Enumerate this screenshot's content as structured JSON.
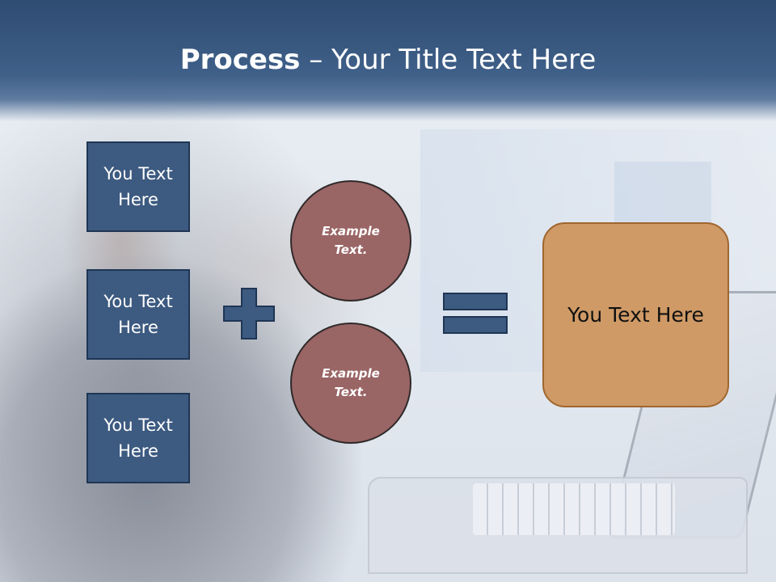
{
  "slide": {
    "title_bold": "Process",
    "title_rest": " – Your Title Text Here",
    "left_boxes": [
      {
        "label": "You Text Here"
      },
      {
        "label": "You Text Here"
      },
      {
        "label": "You Text Here"
      }
    ],
    "circles": [
      {
        "label": "Example Text."
      },
      {
        "label": "Example Text."
      }
    ],
    "result": {
      "label": "You Text Here"
    }
  },
  "colors": {
    "header": "#3f6089",
    "box_fill": "#3d5a80",
    "circle_fill": "#9a6565",
    "result_fill": "#cf9a66"
  },
  "icons": {
    "operator_1": "plus-icon",
    "operator_2": "equals-icon"
  }
}
